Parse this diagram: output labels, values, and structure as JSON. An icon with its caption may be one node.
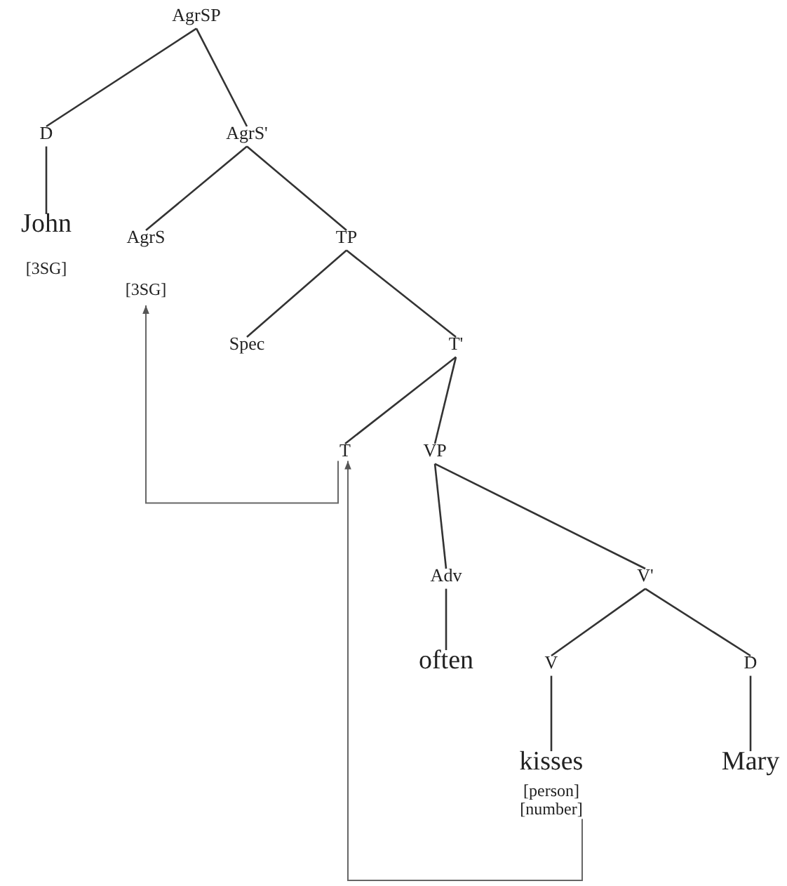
{
  "diagram": {
    "nodes": [
      {
        "text": [
          "AgrSP"
        ]
      },
      {
        "text": [
          "D"
        ]
      },
      {
        "text": [
          "AgrS'"
        ]
      },
      {
        "text": [
          "John",
          "[3SG]"
        ]
      },
      {
        "text": [
          "AgrS",
          "[3SG]"
        ]
      },
      {
        "text": [
          "TP"
        ]
      },
      {
        "text": [
          "Spec"
        ]
      },
      {
        "text": [
          "T'"
        ]
      },
      {
        "text": [
          "T"
        ]
      },
      {
        "text": [
          "VP"
        ]
      },
      {
        "text": [
          "Adv"
        ]
      },
      {
        "text": [
          "V'"
        ]
      },
      {
        "text": [
          "often"
        ]
      },
      {
        "text": [
          "V"
        ]
      },
      {
        "text": [
          "D"
        ]
      },
      {
        "text": [
          "kisses",
          "[person]",
          "[number]"
        ]
      },
      {
        "text": [
          "Mary"
        ]
      }
    ],
    "edges": [
      {
        "from": 0,
        "to": 1,
        "arrow": "none"
      },
      {
        "from": 0,
        "to": 2,
        "arrow": "none"
      },
      {
        "from": 1,
        "to": 3,
        "arrow": "none"
      },
      {
        "from": 2,
        "to": 4,
        "arrow": "none"
      },
      {
        "from": 2,
        "to": 5,
        "arrow": "none"
      },
      {
        "from": 5,
        "to": 6,
        "arrow": "none"
      },
      {
        "from": 5,
        "to": 7,
        "arrow": "none"
      },
      {
        "from": 7,
        "to": 8,
        "arrow": "none"
      },
      {
        "from": 7,
        "to": 9,
        "arrow": "none"
      },
      {
        "from": 9,
        "to": 10,
        "arrow": "none"
      },
      {
        "from": 9,
        "to": 11,
        "arrow": "none"
      },
      {
        "from": 10,
        "to": 12,
        "arrow": "none"
      },
      {
        "from": 11,
        "to": 13,
        "arrow": "none"
      },
      {
        "from": 11,
        "to": 14,
        "arrow": "none"
      },
      {
        "from": 13,
        "to": 15,
        "arrow": "none"
      },
      {
        "from": 14,
        "to": 16,
        "arrow": "none"
      },
      {
        "from": 15,
        "to": 8,
        "arrow": "to"
      },
      {
        "from": 8,
        "to": 4,
        "arrow": "to"
      }
    ]
  }
}
